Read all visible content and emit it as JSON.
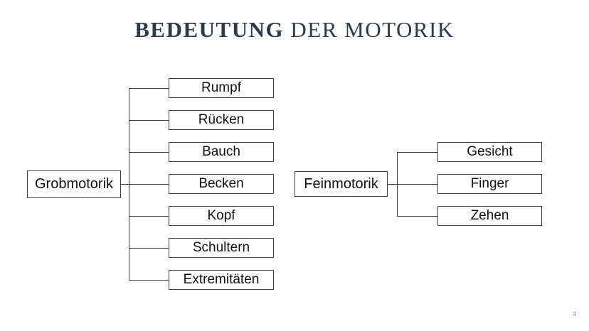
{
  "slide": {
    "title": {
      "emphasis": "BEDEUTUNG",
      "rest": "DER MOTORIK"
    },
    "page_number": "4",
    "colors": {
      "background": "#ffffff",
      "title_text": "#2d3b4b",
      "connector_line": "#3f3f3f",
      "node_border": "#3f3f3f",
      "node_text": "#111111",
      "page_number_text": "#8a8a8a"
    }
  },
  "diagram": {
    "left_tree": {
      "root_label": "Grobmotorik",
      "children": [
        "Rumpf",
        "Rücken",
        "Bauch",
        "Becken",
        "Kopf",
        "Schultern",
        "Extremitäten"
      ]
    },
    "right_tree": {
      "root_label": "Feinmotorik",
      "children": [
        "Gesicht",
        "Finger",
        "Zehen"
      ]
    }
  }
}
